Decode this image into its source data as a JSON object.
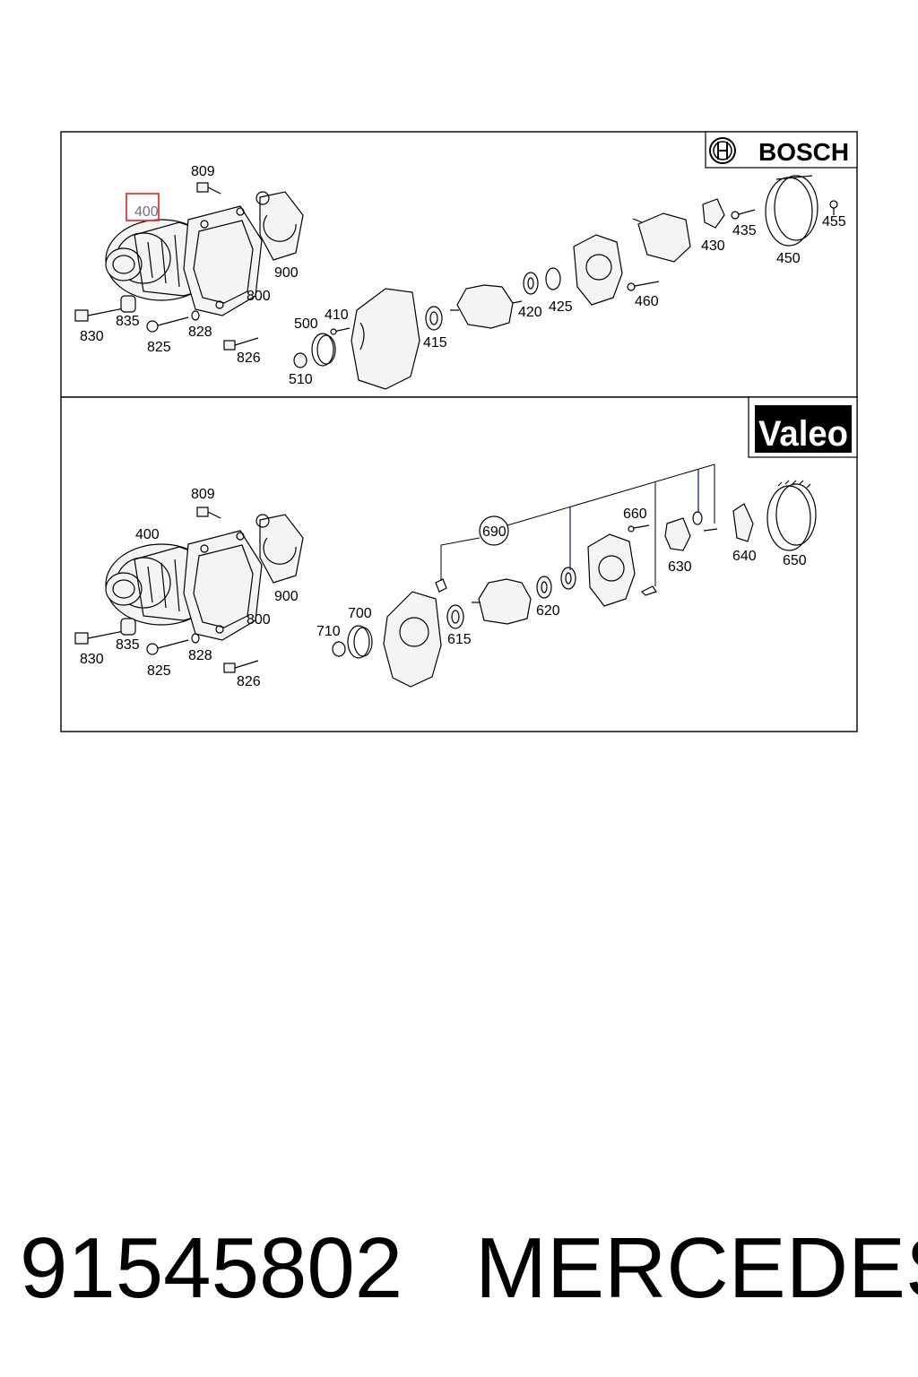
{
  "top_panel": {
    "brand": "BOSCH",
    "highlighted_label": "400",
    "labels": {
      "p809": "809",
      "p900": "900",
      "p800": "800",
      "p830": "830",
      "p835": "835",
      "p825": "825",
      "p828": "828",
      "p826": "826",
      "p500": "500",
      "p410": "410",
      "p510": "510",
      "p415": "415",
      "p420": "420",
      "p425": "425",
      "p460": "460",
      "p430": "430",
      "p435": "435",
      "p455": "455",
      "p450": "450"
    }
  },
  "bottom_panel": {
    "brand": "Valeo",
    "labels": {
      "p809": "809",
      "p400": "400",
      "p900": "900",
      "p800": "800",
      "p830": "830",
      "p835": "835",
      "p825": "825",
      "p828": "828",
      "p826": "826",
      "p700": "700",
      "p710": "710",
      "p615": "615",
      "p620": "620",
      "p690": "690",
      "p660": "660",
      "p630": "630",
      "p640": "640",
      "p650": "650"
    }
  },
  "footer": {
    "part_number": "91545802",
    "brand": "MERCEDES"
  },
  "colors": {
    "highlight_box": "#e53935",
    "leader_blue": "#1a237e"
  }
}
